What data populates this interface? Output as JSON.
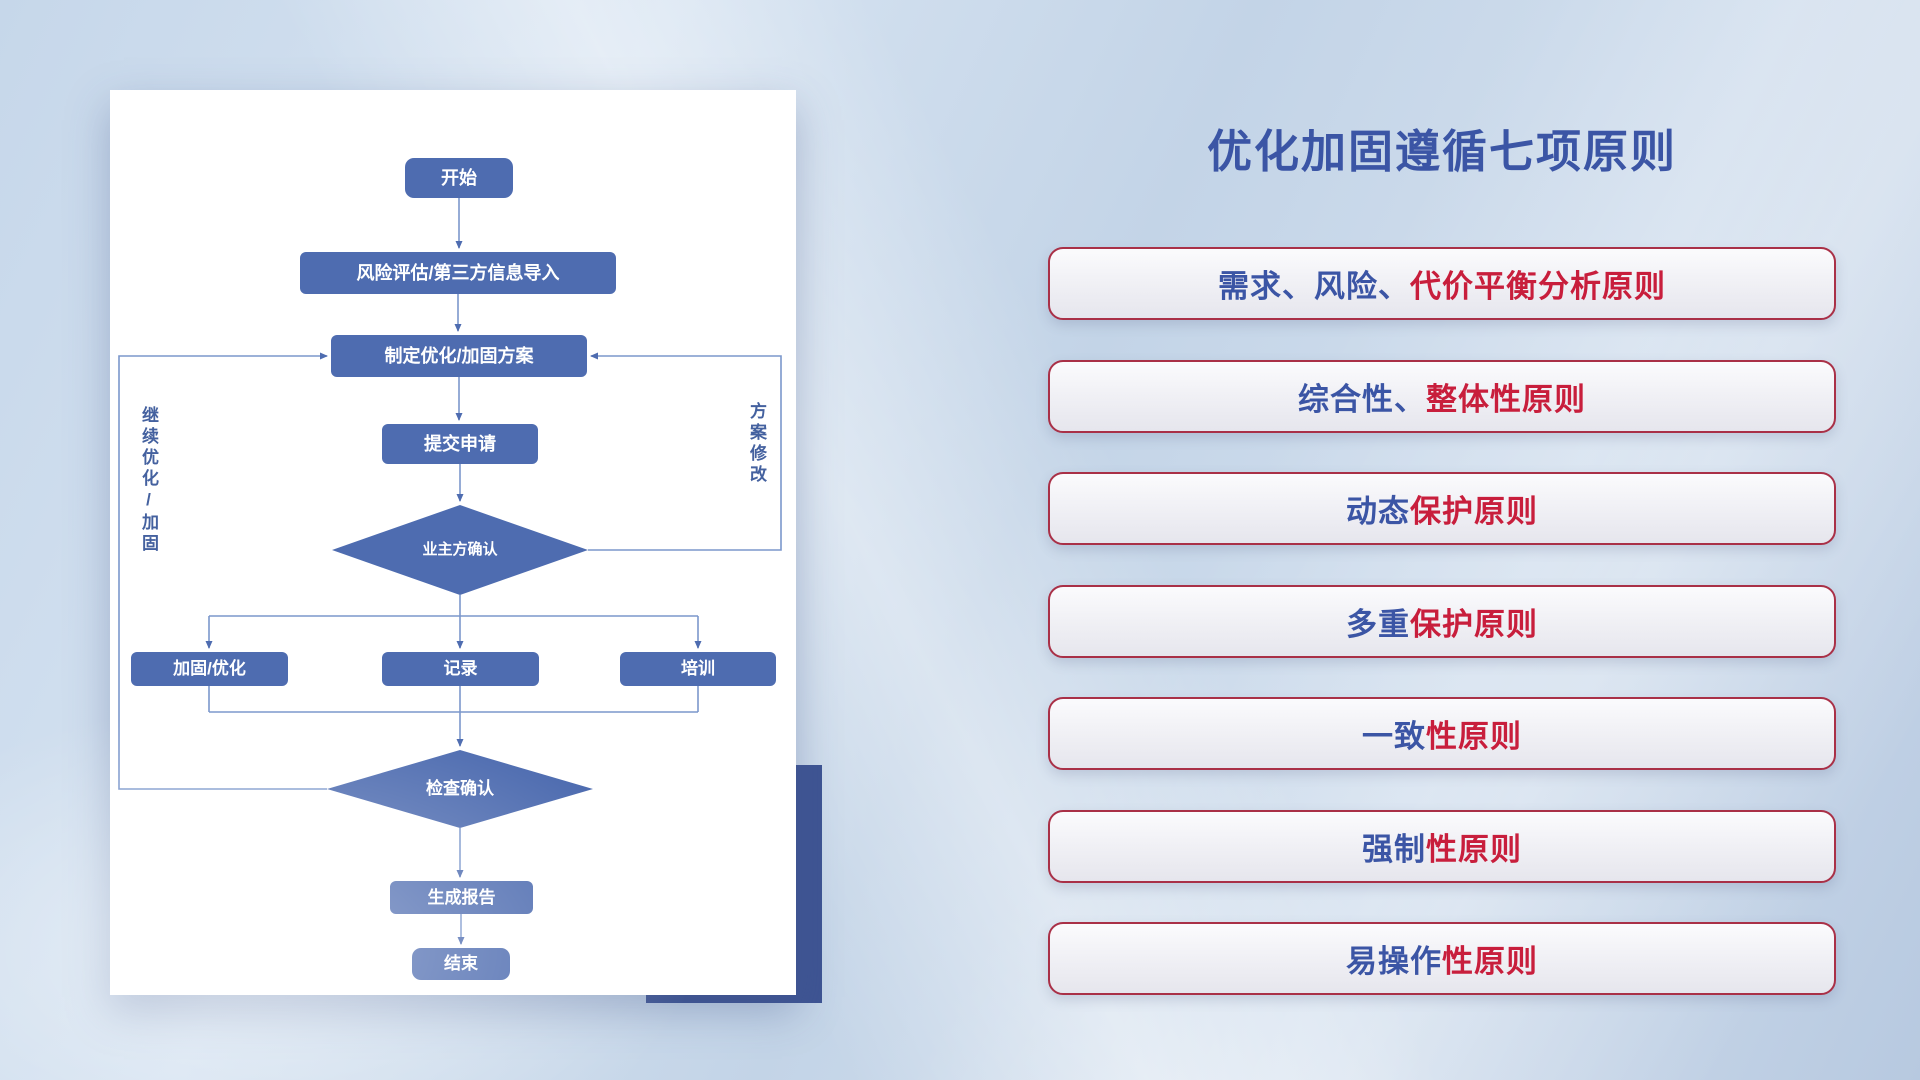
{
  "card": {
    "flowchart": {
      "start": "开始",
      "risk_import": "风险评估/第三方信息导入",
      "make_plan": "制定优化/加固方案",
      "submit": "提交申请",
      "owner_confirm": "业主方确认",
      "reinforce": "加固/优化",
      "record": "记录",
      "train": "培训",
      "check_confirm": "检查确认",
      "report": "生成报告",
      "end": "结束",
      "loop_left": "继续优化/加固",
      "loop_right": "方案修改"
    }
  },
  "panel": {
    "title": "优化加固遵循七项原则",
    "principles": [
      {
        "blue": "需求、风险、",
        "red": "代价平衡分析原则"
      },
      {
        "blue": "综合性、",
        "red": "整体性原则"
      },
      {
        "blue": "动态",
        "red": "保护原则"
      },
      {
        "blue": "多重",
        "red": "保护原则"
      },
      {
        "blue": "一致",
        "red": "性原则"
      },
      {
        "blue": "强制",
        "red": "性原则"
      },
      {
        "blue": "易操作",
        "red": "性原则"
      }
    ]
  },
  "colors": {
    "accent_blue": "#3b55a5",
    "accent_red": "#c81e3c",
    "node_fill": "#4e6cb0",
    "connector_line": "#7b97cc",
    "accent_rect": "#3e5493"
  }
}
